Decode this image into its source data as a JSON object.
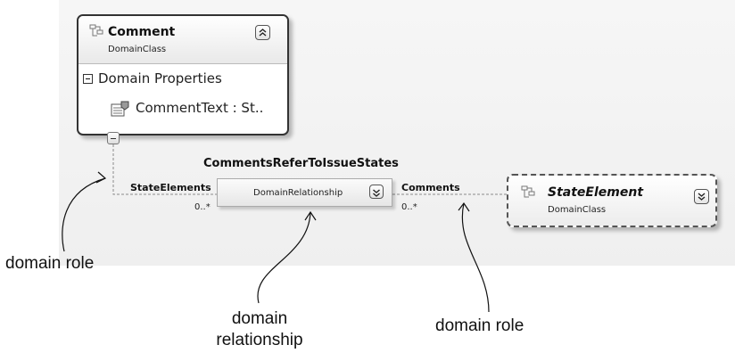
{
  "comment_class": {
    "name": "Comment",
    "kind": "DomainClass",
    "section_label": "Domain Properties",
    "property": "CommentText : St.."
  },
  "relationship": {
    "name": "CommentsReferToIssueStates",
    "kind": "DomainRelationship",
    "source_role": "StateElements",
    "source_multiplicity": "0..*",
    "target_role": "Comments",
    "target_multiplicity": "0..*"
  },
  "state_class": {
    "name": "StateElement",
    "kind": "DomainClass"
  },
  "annotations": {
    "left": "domain role",
    "middle_line1": "domain",
    "middle_line2": "relationship",
    "right": "domain role"
  },
  "icons": [
    "class-icon",
    "collapse-up-icon",
    "expand-down-icon",
    "property-icon",
    "minus-icon"
  ]
}
